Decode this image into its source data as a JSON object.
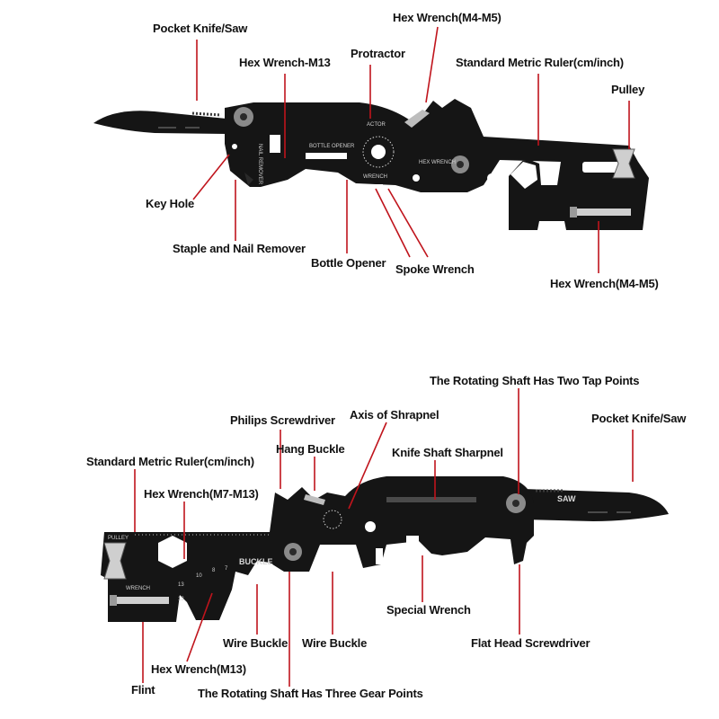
{
  "colors": {
    "leader": "#c0141c",
    "tool": "#151515",
    "label": "#111111"
  },
  "top_tool": {
    "labels": {
      "pocket_knife": "Pocket Knife/Saw",
      "hex_wrench_m13": "Hex Wrench-M13",
      "protractor": "Protractor",
      "hex_wrench_m4m5_a": "Hex Wrench(M4-M5)",
      "ruler": "Standard Metric Ruler(cm/inch)",
      "pulley": "Pulley",
      "key_hole": "Key Hole",
      "staple_remover": "Staple and Nail Remover",
      "bottle_opener": "Bottle Opener",
      "spoke_wrench": "Spoke Wrench",
      "hex_wrench_m4m5_b": "Hex Wrench(M4-M5)"
    },
    "engraving": {
      "bottle_opener": "BOTTLE OPENER",
      "wrench": "WRENCH",
      "hex_wrench": "HEX WRENCH",
      "protractor": "ACTOR",
      "nail_remover": "NAIL REMOVER"
    }
  },
  "bottom_tool": {
    "labels": {
      "shaft_tap": "The Rotating Shaft Has Two Tap Points",
      "philips": "Philips Screwdriver",
      "shrapnel_axis": "Axis of Shrapnel",
      "pocket_knife": "Pocket Knife/Saw",
      "hang_buckle": "Hang Buckle",
      "ruler": "Standard Metric Ruler(cm/inch)",
      "knife_shaft": "Knife Shaft Sharpnel",
      "hex_wrench_m7m13": "Hex Wrench(M7-M13)",
      "special_wrench": "Special Wrench",
      "wire_buckle_a": "Wire Buckle",
      "wire_buckle_b": "Wire Buckle",
      "flat_head": "Flat Head Screwdriver",
      "hex_wrench_m13": "Hex Wrench(M13)",
      "flint": "Flint",
      "shaft_gear": "The Rotating Shaft Has Three Gear Points"
    },
    "engraving": {
      "pulley": "PULLEY",
      "buckle": "BUCKLE",
      "wrench": "WRENCH",
      "saw": "SAW",
      "n13a": "13",
      "n13b": "13",
      "n10": "10",
      "n8": "8",
      "n7": "7"
    }
  }
}
